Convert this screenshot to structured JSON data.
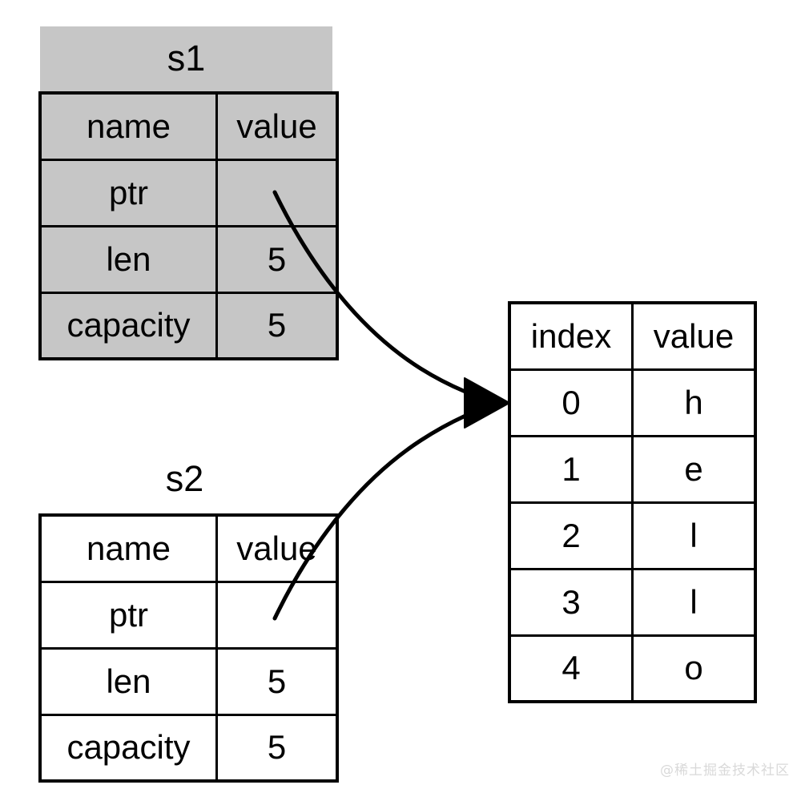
{
  "diagram": {
    "title_s1": "s1",
    "title_s2": "s2",
    "watermark": "@稀土掘金技术社区",
    "colors": {
      "shaded_fill": "#c6c6c6",
      "plain_fill": "#ffffff",
      "stroke": "#000000",
      "background": "#ffffff",
      "watermark": "#d9d9d9"
    }
  },
  "s1_struct": {
    "label": "s1",
    "shaded": true,
    "headers": [
      "name",
      "value"
    ],
    "rows": [
      {
        "name": "ptr",
        "value": ""
      },
      {
        "name": "len",
        "value": "5"
      },
      {
        "name": "capacity",
        "value": "5"
      }
    ]
  },
  "s2_struct": {
    "label": "s2",
    "shaded": false,
    "headers": [
      "name",
      "value"
    ],
    "rows": [
      {
        "name": "ptr",
        "value": ""
      },
      {
        "name": "len",
        "value": "5"
      },
      {
        "name": "capacity",
        "value": "5"
      }
    ]
  },
  "heap_buffer": {
    "headers": [
      "index",
      "value"
    ],
    "rows": [
      {
        "index": "0",
        "value": "h"
      },
      {
        "index": "1",
        "value": "e"
      },
      {
        "index": "2",
        "value": "l"
      },
      {
        "index": "3",
        "value": "l"
      },
      {
        "index": "4",
        "value": "o"
      }
    ]
  },
  "arrows": [
    {
      "name": "s1-ptr-arrow",
      "from": "s1.ptr.value",
      "to": "heap_buffer.row0"
    },
    {
      "name": "s2-ptr-arrow",
      "from": "s2.ptr.value",
      "to": "heap_buffer.row0"
    }
  ]
}
